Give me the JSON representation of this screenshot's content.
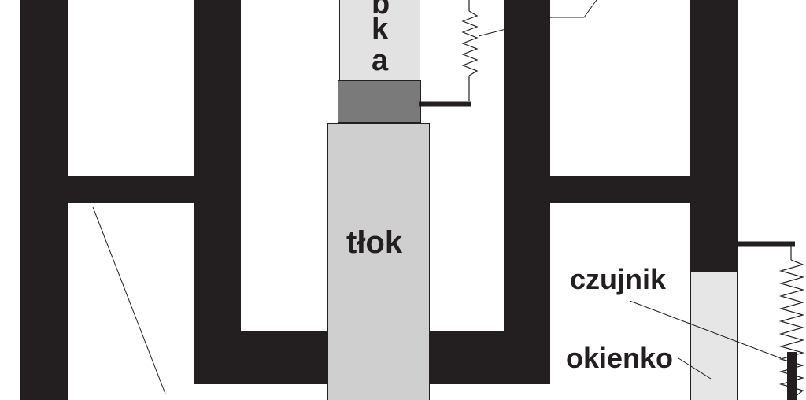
{
  "labels": {
    "head_letters": [
      "b",
      "k",
      "a"
    ],
    "piston": "tłok",
    "sensor": "czujnik",
    "window": "okienko"
  },
  "colors": {
    "frame": "#231f20",
    "piston_fill": "#cfcfcf",
    "head_fill": "#e2e2e2",
    "cap_fill": "#7a7a7a",
    "window_fill": "#e6e6e6",
    "line": "#231f20"
  },
  "icons": {
    "spring_left": "spring-icon",
    "spring_right": "spring-icon"
  }
}
